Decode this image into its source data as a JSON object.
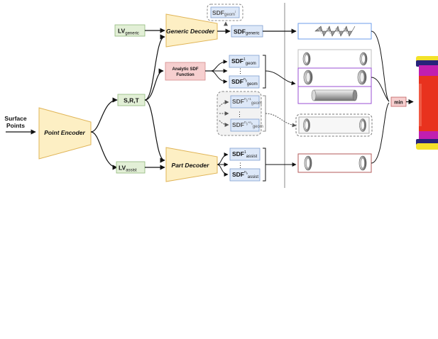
{
  "input": {
    "line1": "Surface",
    "line2": "Points"
  },
  "point_encoder": {
    "label": "Point Encoder"
  },
  "srt": {
    "label": "S,R,T"
  },
  "lv_generic": {
    "base": "LV",
    "sub": "generic"
  },
  "lv_assist": {
    "base": "LV",
    "sub": "assist"
  },
  "generic_decoder": {
    "label": "Generic Decoder"
  },
  "part_decoder": {
    "label": "Part Decoder"
  },
  "analytic": {
    "line1": "Analytic SDF",
    "line2": "Function"
  },
  "sdf_top": {
    "base": "SDF",
    "sub": "geom",
    "sup": "i"
  },
  "sdf_generic": {
    "base": "SDF",
    "sub": "generic"
  },
  "sdf_geom_1": {
    "base": "SDF",
    "sup": "1",
    "sub": "geom"
  },
  "sdf_geom_ng": {
    "base": "SDF",
    "sup": "n",
    "sup_sub": "g",
    "sub": "geom"
  },
  "sdf_geom_ng1": {
    "base": "SDF",
    "sup": "n",
    "sup_sub": "g",
    "sup_tail": "+1",
    "sub": "geom"
  },
  "sdf_geom_ngna": {
    "base": "SDF",
    "sup": "n",
    "sup_sub": "g",
    "sup_mid": "+n",
    "sup_sub2": "a",
    "sub": "geom"
  },
  "sdf_assist_1": {
    "base": "SDF",
    "sup": "1",
    "sub": "assist"
  },
  "sdf_assist_na": {
    "base": "SDF",
    "sup": "n",
    "sup_sub": "a",
    "sub": "assist"
  },
  "ellipsis": "⋮",
  "min": {
    "label": "min"
  },
  "colors": {
    "trapezoid": "#fdefc4",
    "green_box": "#e2efd6",
    "blue_box": "#dde8f8",
    "pink_box": "#f6cfcf",
    "panel_blue": "#6d9eeb",
    "panel_purple": "#9a4fd3",
    "panel_red": "#b35a5a",
    "column_red": "#e8321e",
    "column_magenta": "#c11eb0",
    "column_navy": "#26237a",
    "column_yellow": "#f3e22a"
  },
  "icons": [
    "spring-shape-icon",
    "ring-shape-icon",
    "cylinder-shape-icon",
    "assembled-column-icon"
  ]
}
